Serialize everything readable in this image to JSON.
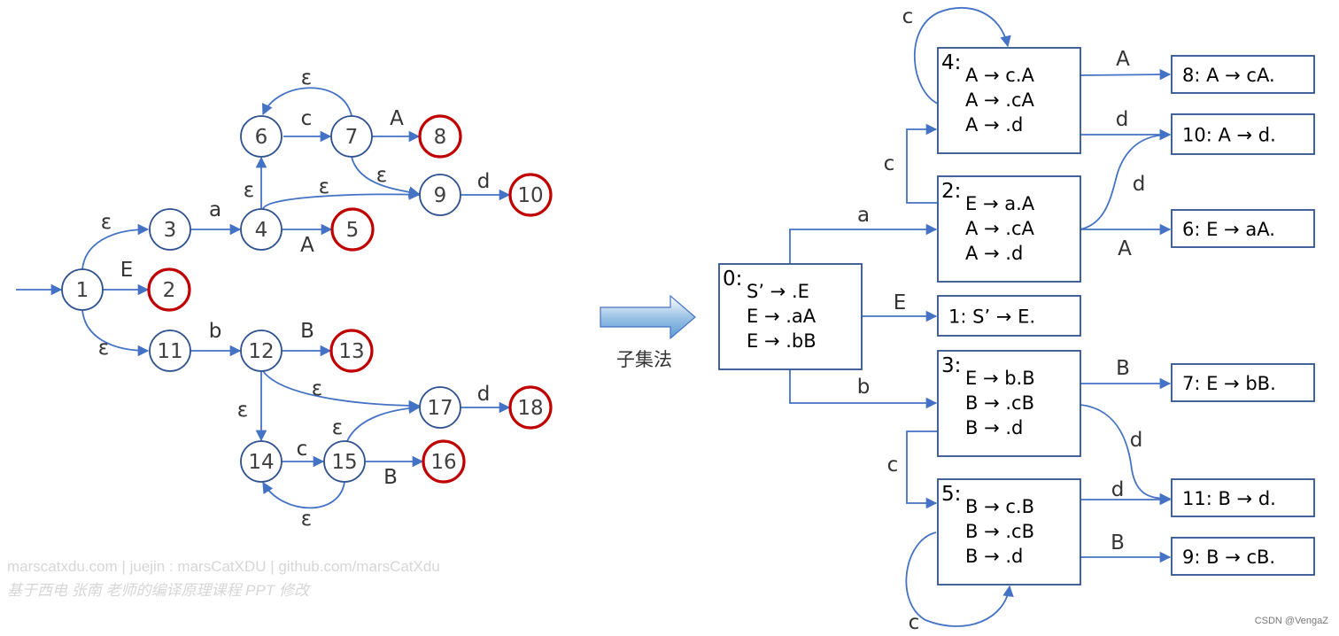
{
  "nfa": {
    "start_node": "1",
    "nodes": [
      {
        "id": "1",
        "accept": false
      },
      {
        "id": "2",
        "accept": true
      },
      {
        "id": "3",
        "accept": false
      },
      {
        "id": "4",
        "accept": false
      },
      {
        "id": "5",
        "accept": true
      },
      {
        "id": "6",
        "accept": false
      },
      {
        "id": "7",
        "accept": false
      },
      {
        "id": "8",
        "accept": true
      },
      {
        "id": "9",
        "accept": false
      },
      {
        "id": "10",
        "accept": true
      },
      {
        "id": "11",
        "accept": false
      },
      {
        "id": "12",
        "accept": false
      },
      {
        "id": "13",
        "accept": true
      },
      {
        "id": "14",
        "accept": false
      },
      {
        "id": "15",
        "accept": false
      },
      {
        "id": "16",
        "accept": true
      },
      {
        "id": "17",
        "accept": false
      },
      {
        "id": "18",
        "accept": true
      }
    ],
    "edges": [
      {
        "from": "1",
        "to": "3",
        "label": "ε"
      },
      {
        "from": "1",
        "to": "2",
        "label": "E"
      },
      {
        "from": "1",
        "to": "11",
        "label": "ε"
      },
      {
        "from": "3",
        "to": "4",
        "label": "a"
      },
      {
        "from": "4",
        "to": "5",
        "label": "A"
      },
      {
        "from": "4",
        "to": "6",
        "label": "ε"
      },
      {
        "from": "4",
        "to": "9",
        "label": "ε"
      },
      {
        "from": "6",
        "to": "7",
        "label": "c"
      },
      {
        "from": "7",
        "to": "6",
        "label": "ε"
      },
      {
        "from": "7",
        "to": "8",
        "label": "A"
      },
      {
        "from": "7",
        "to": "9",
        "label": "ε"
      },
      {
        "from": "9",
        "to": "10",
        "label": "d"
      },
      {
        "from": "11",
        "to": "12",
        "label": "b"
      },
      {
        "from": "12",
        "to": "13",
        "label": "B"
      },
      {
        "from": "12",
        "to": "14",
        "label": "ε"
      },
      {
        "from": "12",
        "to": "17",
        "label": "ε"
      },
      {
        "from": "14",
        "to": "15",
        "label": "c"
      },
      {
        "from": "15",
        "to": "14",
        "label": "ε"
      },
      {
        "from": "15",
        "to": "16",
        "label": "B"
      },
      {
        "from": "15",
        "to": "17",
        "label": "ε"
      },
      {
        "from": "17",
        "to": "18",
        "label": "d"
      }
    ]
  },
  "conversion_label": "子集法",
  "dfa": {
    "states": [
      {
        "id": "0",
        "number": "0:",
        "items": [
          "S’ → .E",
          "E → .aA",
          "E → .bB"
        ]
      },
      {
        "id": "1",
        "number": "",
        "items": [
          "1:  S’ → E."
        ]
      },
      {
        "id": "2",
        "number": "2:",
        "items": [
          "E → a.A",
          "A → .cA",
          "A → .d"
        ]
      },
      {
        "id": "3",
        "number": "3:",
        "items": [
          "E → b.B",
          "B → .cB",
          "B → .d"
        ]
      },
      {
        "id": "4",
        "number": "4:",
        "items": [
          "A → c.A",
          "A → .cA",
          "A → .d"
        ]
      },
      {
        "id": "5",
        "number": "5:",
        "items": [
          "B → c.B",
          "B → .cB",
          "B → .d"
        ]
      },
      {
        "id": "6",
        "number": "",
        "items": [
          "6:  E → aA."
        ]
      },
      {
        "id": "7",
        "number": "",
        "items": [
          "7:  E → bB."
        ]
      },
      {
        "id": "8",
        "number": "",
        "items": [
          "8:  A → cA."
        ]
      },
      {
        "id": "9",
        "number": "",
        "items": [
          "9:  B → cB."
        ]
      },
      {
        "id": "10",
        "number": "",
        "items": [
          "10: A → d."
        ]
      },
      {
        "id": "11",
        "number": "",
        "items": [
          "11: B → d."
        ]
      }
    ],
    "edges": [
      {
        "from": "0",
        "to": "2",
        "label": "a"
      },
      {
        "from": "0",
        "to": "1",
        "label": "E"
      },
      {
        "from": "0",
        "to": "3",
        "label": "b"
      },
      {
        "from": "2",
        "to": "4",
        "label": "c"
      },
      {
        "from": "2",
        "to": "10",
        "label": "d"
      },
      {
        "from": "2",
        "to": "6",
        "label": "A"
      },
      {
        "from": "4",
        "to": "4",
        "label": "c"
      },
      {
        "from": "4",
        "to": "8",
        "label": "A"
      },
      {
        "from": "4",
        "to": "10",
        "label": "d"
      },
      {
        "from": "3",
        "to": "5",
        "label": "c"
      },
      {
        "from": "3",
        "to": "7",
        "label": "B"
      },
      {
        "from": "3",
        "to": "11",
        "label": "d"
      },
      {
        "from": "5",
        "to": "5",
        "label": "c"
      },
      {
        "from": "5",
        "to": "11",
        "label": "d"
      },
      {
        "from": "5",
        "to": "9",
        "label": "B"
      }
    ]
  },
  "watermark": {
    "line1": "marscatxdu.com | juejin : marsCatXDU | github.com/marsCatXdu",
    "line2": "基于西电 张南 老师的编译原理课程 PPT 修改"
  },
  "credit": "CSDN @VengaZ",
  "colors": {
    "edge": "#4472c4",
    "node": "#2f528f",
    "accept": "#c00000",
    "box": "#2f528f"
  }
}
